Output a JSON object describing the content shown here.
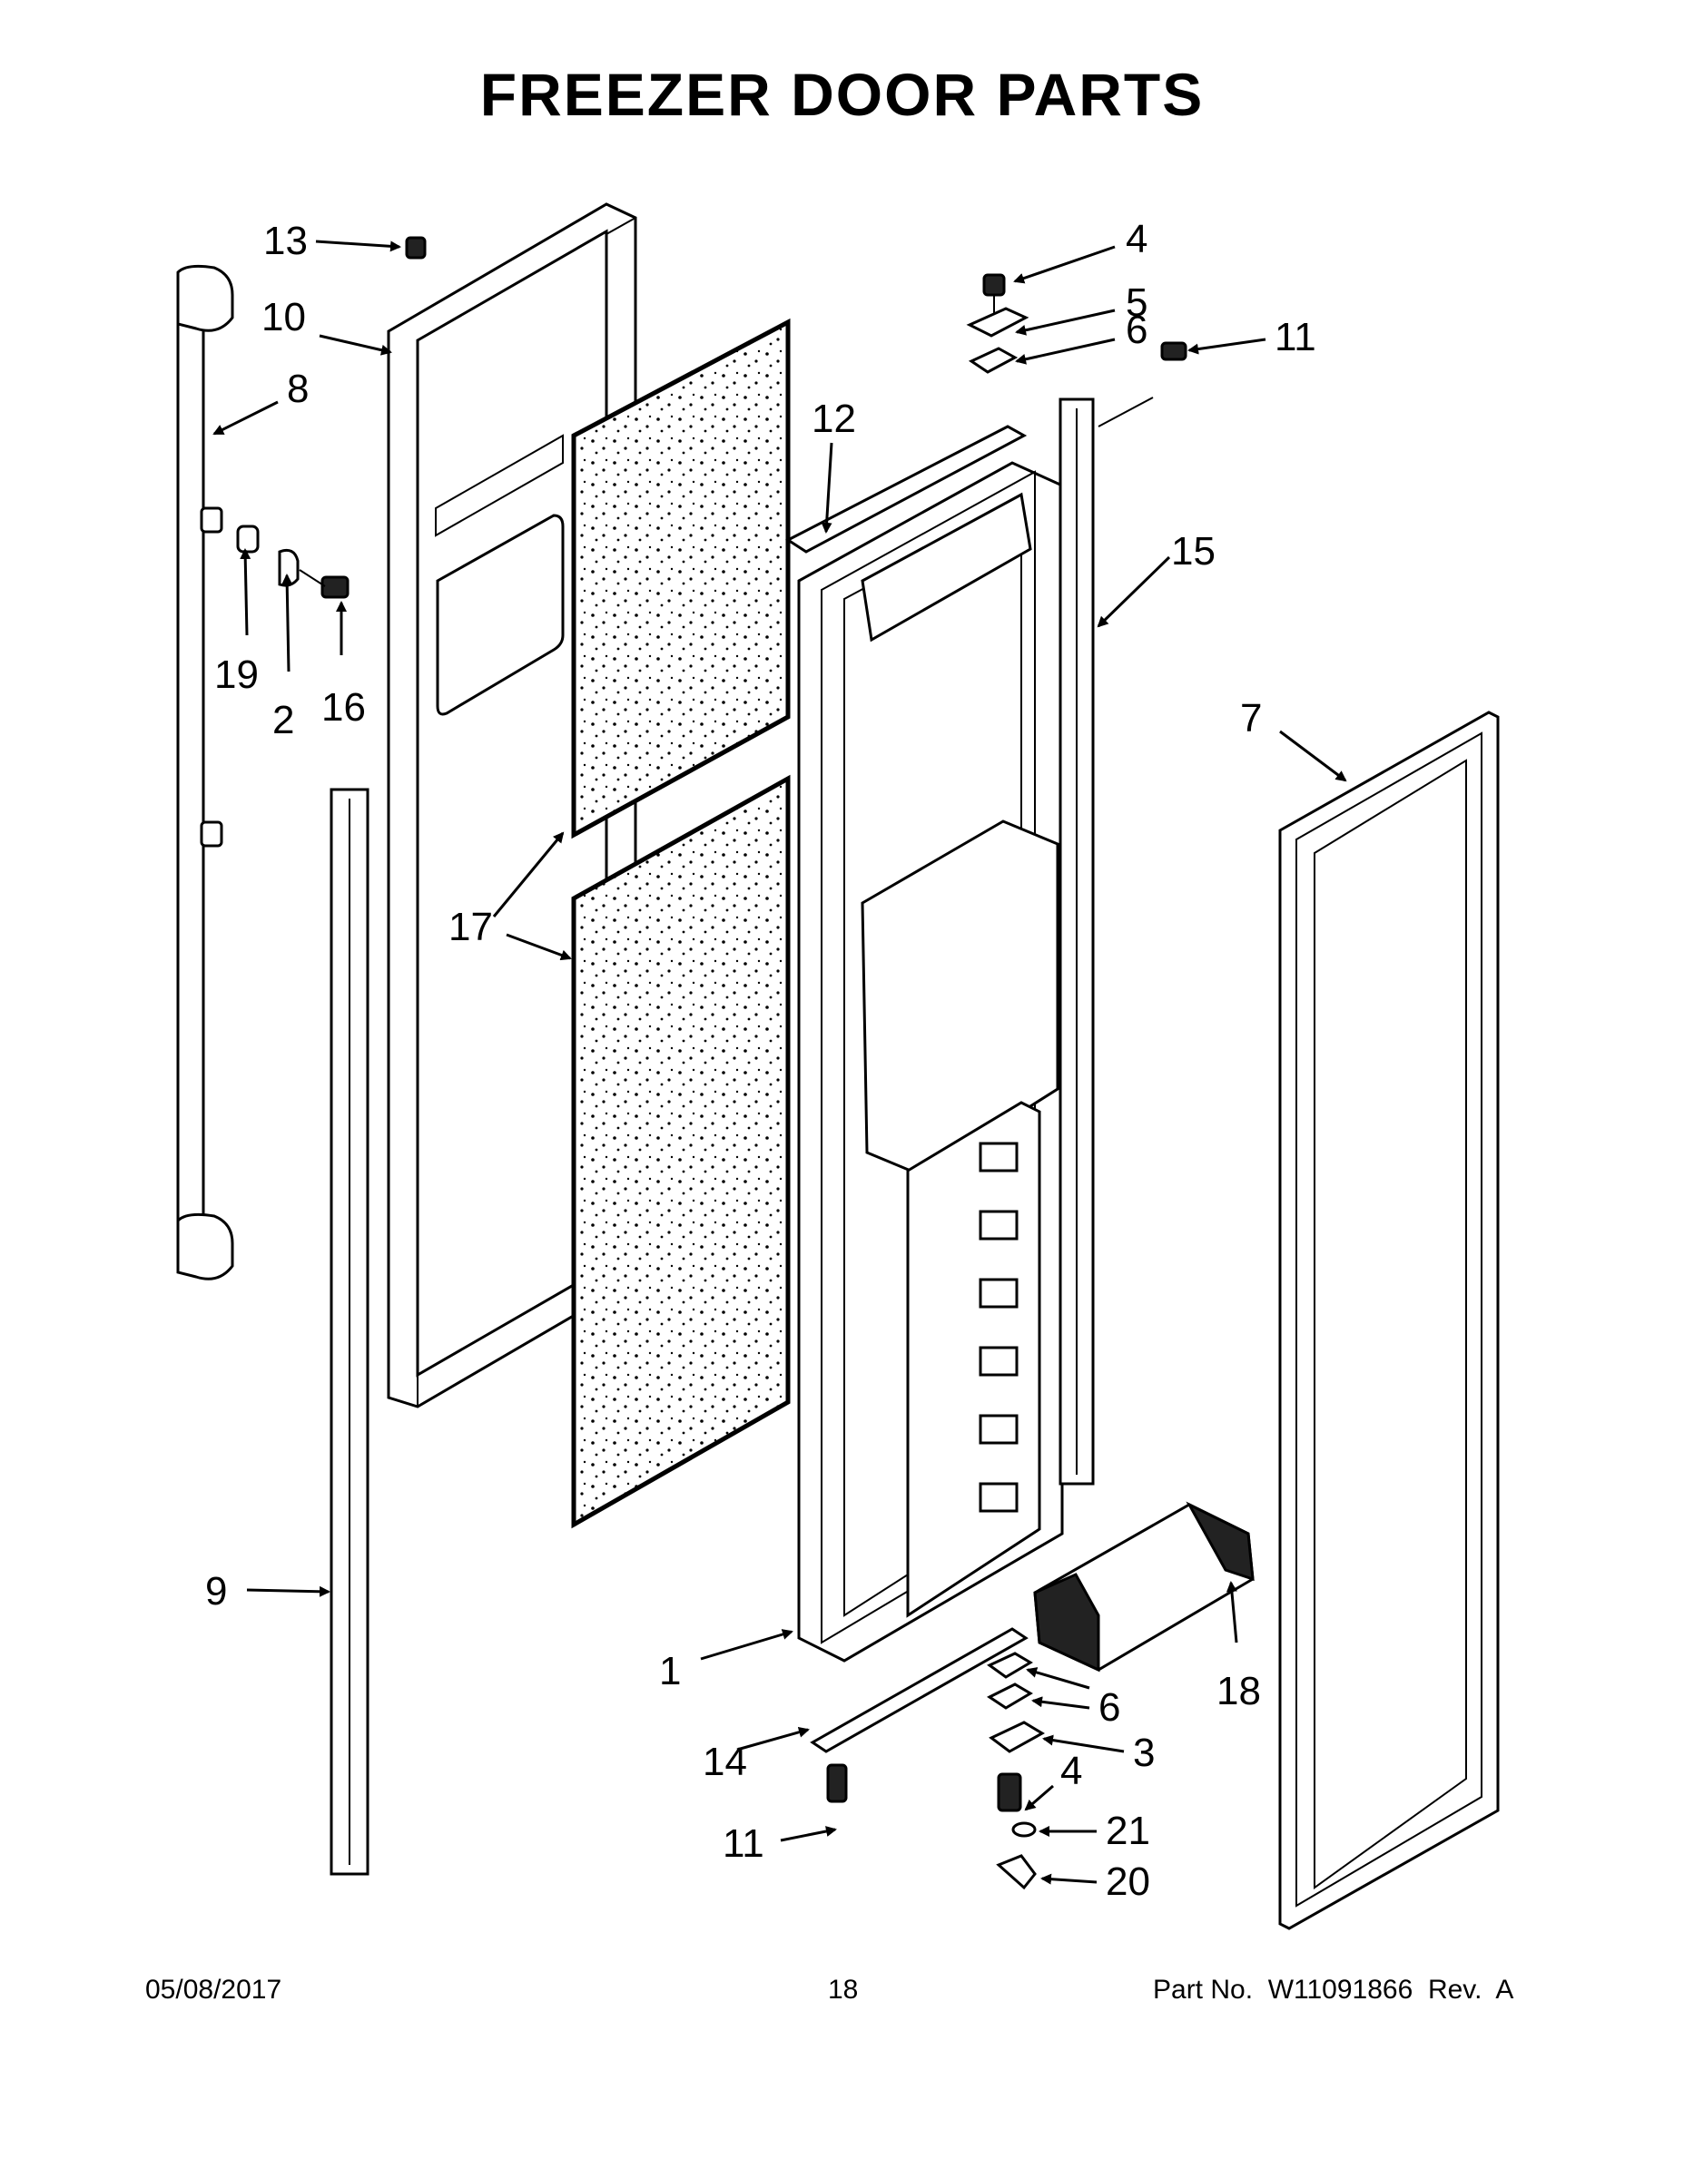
{
  "title": "FREEZER DOOR PARTS",
  "footer": {
    "date": "05/08/2017",
    "page": "18",
    "part_no": "Part No.  W11091866  Rev.  A"
  },
  "callouts": [
    {
      "id": "c13",
      "label": "13"
    },
    {
      "id": "c10",
      "label": "10"
    },
    {
      "id": "c8",
      "label": "8"
    },
    {
      "id": "c19",
      "label": "19"
    },
    {
      "id": "c2",
      "label": "2"
    },
    {
      "id": "c16",
      "label": "16"
    },
    {
      "id": "c17",
      "label": "17"
    },
    {
      "id": "c9",
      "label": "9"
    },
    {
      "id": "c4a",
      "label": "4"
    },
    {
      "id": "c5",
      "label": "5"
    },
    {
      "id": "c6a",
      "label": "6"
    },
    {
      "id": "c11a",
      "label": "11"
    },
    {
      "id": "c12",
      "label": "12"
    },
    {
      "id": "c15",
      "label": "15"
    },
    {
      "id": "c7",
      "label": "7"
    },
    {
      "id": "c1",
      "label": "1"
    },
    {
      "id": "c18",
      "label": "18"
    },
    {
      "id": "c6b",
      "label": "6"
    },
    {
      "id": "c3",
      "label": "3"
    },
    {
      "id": "c14",
      "label": "14"
    },
    {
      "id": "c4b",
      "label": "4"
    },
    {
      "id": "c11b",
      "label": "11"
    },
    {
      "id": "c21",
      "label": "21"
    },
    {
      "id": "c20",
      "label": "20"
    }
  ]
}
